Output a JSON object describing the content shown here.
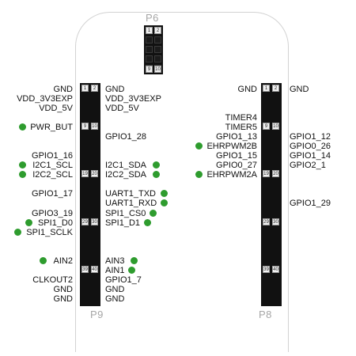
{
  "headers": {
    "p6": {
      "name": "P6",
      "pins": [
        "1",
        "2",
        "9",
        "10"
      ]
    },
    "p9": {
      "name": "P9",
      "pins": [
        "1",
        "2",
        "9",
        "10",
        "19",
        "20",
        "29",
        "30",
        "39",
        "40"
      ]
    },
    "p8": {
      "name": "P8",
      "pins": [
        "1",
        "2",
        "9",
        "10",
        "19",
        "20",
        "29",
        "30",
        "39",
        "40"
      ]
    }
  },
  "p9_left": [
    "GND",
    "VDD_3V3EXP",
    "VDD_5V",
    "PWR_BUT",
    "GPIO1_16",
    "I2C1_SCL",
    "I2C2_SCL",
    "GPIO1_17",
    "GPIO3_19",
    "SPI1_D0",
    "SPI1_SCLK",
    "AIN2",
    "CLKOUT2",
    "GND",
    "GND"
  ],
  "p9_right": [
    "GND",
    "VDD_3V3EXP",
    "VDD_5V",
    "GPIO1_28",
    "I2C1_SDA",
    "I2C2_SDA",
    "UART1_TXD",
    "UART1_RXD",
    "SPI1_CS0",
    "SPI1_D1",
    "AIN3",
    "AIN1",
    "GPIO1_7",
    "GND",
    "GND"
  ],
  "p8_left": [
    "GND",
    "TIMER4",
    "TIMER5",
    "GPIO1_13",
    "EHRPWM2B",
    "GPIO1_15",
    "GPIO0_27",
    "EHRPWM2A"
  ],
  "p8_right": [
    "GND",
    "GPIO1_12",
    "GPIO0_26",
    "GPIO1_14",
    "GPIO2_1",
    "GPIO1_29"
  ],
  "status_color": "#2e9c2e"
}
